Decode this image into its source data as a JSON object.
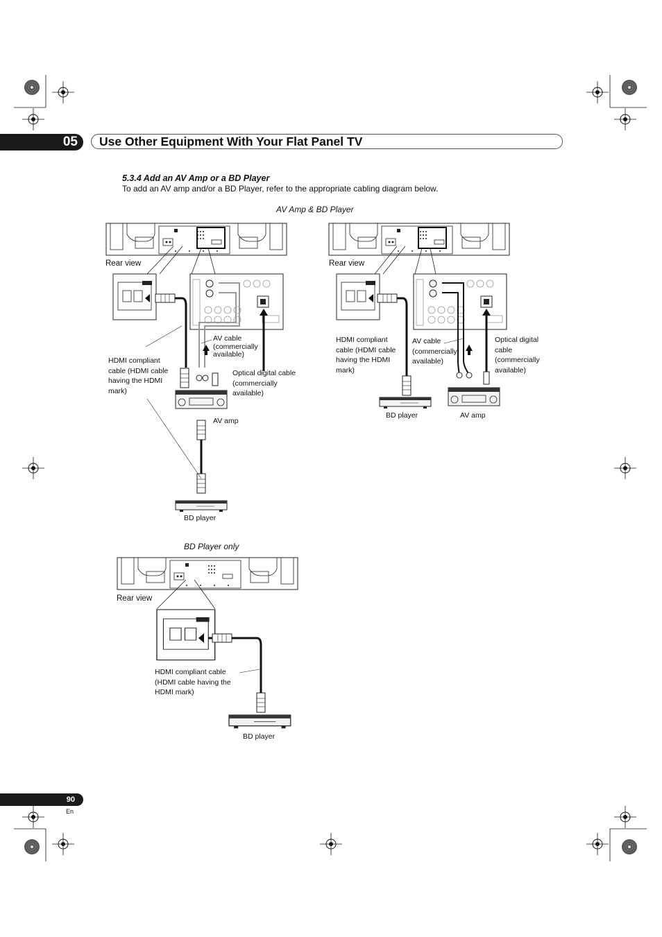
{
  "chapter": {
    "number": "05",
    "title": "Use Other Equipment With Your Flat Panel TV"
  },
  "section": {
    "title": "5.3.4  Add an AV Amp or a BD Player",
    "intro": "To add an AV amp and/or a BD Player, refer to the appropriate cabling diagram below."
  },
  "diagram1": {
    "subtitle": "AV Amp & BD Player",
    "left": {
      "rear_view": "Rear view",
      "hdmi_cable": "HDMI compliant cable (HDMI cable having the HDMI mark)",
      "av_cable": "AV cable (commercially available)",
      "optical_cable": "Optical digital cable (commercially available)",
      "av_amp": "AV amp",
      "bd_player": "BD player"
    },
    "right": {
      "rear_view": "Rear view",
      "hdmi_cable": "HDMI compliant cable (HDMI cable having the HDMI mark)",
      "av_cable": "AV cable (commercially available)",
      "optical_cable": "Optical digital cable (commercially available)",
      "bd_player": "BD player",
      "av_amp": "AV amp"
    }
  },
  "diagram2": {
    "subtitle": "BD Player only",
    "rear_view": "Rear view",
    "hdmi_cable": "HDMI compliant cable (HDMI cable having the HDMI mark)",
    "bd_player": "BD player"
  },
  "footer": {
    "page": "90",
    "lang": "En"
  }
}
